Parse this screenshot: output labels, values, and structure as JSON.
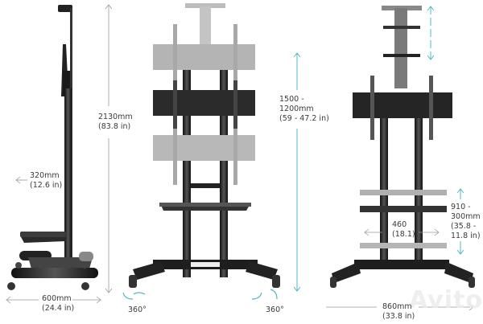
{
  "figure": {
    "title": "Mobile TV stand with adjustable mount and shelf — dimensions",
    "accent_color": "#4fb8c0",
    "views": [
      "side-view",
      "front-view-height-range",
      "front-view-shelf-range"
    ]
  },
  "dimensions": {
    "total_height": {
      "line1": "2130mm",
      "line2": "(83.8 in)"
    },
    "shelf_depth": {
      "line1": "320mm",
      "line2": "(12.6 in)"
    },
    "base_depth": {
      "line1": "600mm",
      "line2": "(24.4 in)"
    },
    "mount_height_range": {
      "line1": "1500 -",
      "line2": "1200mm",
      "line3": "(59 - 47.2 in)"
    },
    "shelf_width": {
      "line1": "460",
      "line2": "(18.1)"
    },
    "shelf_height_range": {
      "line1": "910 -",
      "line2": "300mm",
      "line3": "(35.8 -",
      "line4": "11.8 in)"
    },
    "base_width": {
      "line1": "860mm",
      "line2": "(33.8 in)"
    }
  },
  "rotation": {
    "left_caster": "360°",
    "right_caster": "360°"
  },
  "watermark": {
    "text": "Avito"
  }
}
